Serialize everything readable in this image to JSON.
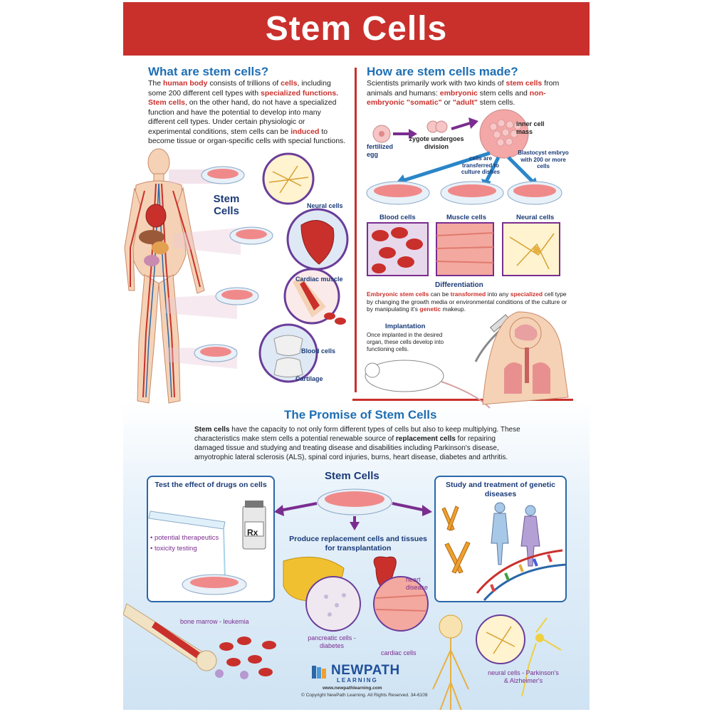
{
  "title": "Stem Cells",
  "what": {
    "heading": "What are stem cells?",
    "p1": "The ",
    "p1b": "human body",
    "p2": " consists of trillions of ",
    "p2b": "cells",
    "p3": ", including some 200 different cell types with ",
    "p3b": "specialized functions.",
    "p4b": "Stem cells",
    "p5": ", on the other hand, do not have a specialized function and have the potential to develop into many different cell types.  Under certain physiologic or experimental conditions, stem cells can be ",
    "p5b": "induced",
    "p6": " to become tissue or organ-specific cells with special functions."
  },
  "body_labels": {
    "stem": "Stem",
    "cells": "Cells",
    "neural": "Neural cells",
    "cardiac": "Cardiac muscle",
    "blood": "Blood cells",
    "cartilage": "Cartilage"
  },
  "how": {
    "heading": "How are stem cells made?",
    "p1": "Scientists primarily work with two kinds of ",
    "p1b": "stem cells",
    "p2": " from animals and humans: ",
    "p2b": "embryonic",
    "p3": " stem cells and ",
    "p3b": "non-embryonic \"somatic\"",
    "p4": " or ",
    "p4b": "\"adult\"",
    "p5": " stem cells.",
    "fertilized": "fertilized egg",
    "zygote": "zygote undergoes division",
    "inner": "inner cell mass",
    "blastocyst": "Blastocyst embryo with 200 or more cells",
    "transferred": "cells are transferred to culture dishes",
    "blood_cells": "Blood cells",
    "muscle_cells": "Muscle cells",
    "neural_cells": "Neural cells",
    "differentiation": "Differentiation",
    "d1b": "Embryonic stem cells",
    "d2": " can be ",
    "d2b": "transformed",
    "d3": " into any ",
    "d3b": "specialized",
    "d4": " cell type by changing the growth media or environmental conditions of the culture or by manipulating it's ",
    "d4b": "genetic",
    "d5": " makeup.",
    "implantation": "Implantation",
    "impl_text": "Once implanted in the desired organ, these cells develop into functioning cells."
  },
  "promise": {
    "heading": "The Promise of Stem Cells",
    "p1b": "Stem cells",
    "p1": " have the capacity to not only form different types of cells but also to keep multiplying. These characteristics make stem cells a potential renewable source of ",
    "p2b": "replacement cells",
    "p2": " for repairing damaged tissue and studying and treating disease and disabilities including Parkinson's disease, amyotrophic lateral sclerosis (ALS), spinal cord injuries, burns, heart disease, diabetes and arthritis.",
    "center_label": "Stem Cells",
    "left_box_title": "Test the effect of drugs on cells",
    "bullet1": "• potential therapeutics",
    "bullet2": "• toxicity testing",
    "rx": "Rx",
    "right_box_title": "Study and treatment of genetic diseases",
    "replacement": "Produce replacement cells and tissues for transplantation",
    "bone_marrow": "bone marrow - leukemia",
    "pancreatic": "pancreatic cells - diabetes",
    "heart_disease": "heart disease",
    "cardiac_cells": "cardiac cells",
    "neural_cells": "neural cells - Parkinson's & Alzheimer's"
  },
  "logo": {
    "name": "NEWPATH",
    "sub": "LEARNING",
    "url": "www.newpathlearning.com",
    "copyright": "© Copyright NewPath Learning. All Rights Reserved. 34-6109"
  }
}
